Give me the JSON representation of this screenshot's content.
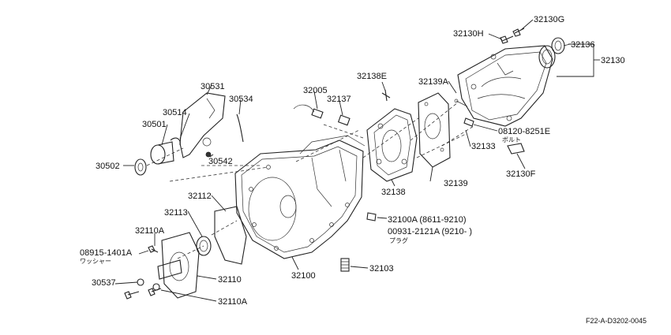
{
  "labels": {
    "p32130G": "32130G",
    "p32130H": "32130H",
    "p32136": "32136",
    "p32130": "32130",
    "p32139A": "32139A",
    "p32138E": "32138E",
    "p32005": "32005",
    "p32137": "32137",
    "p30531": "30531",
    "p30534": "30534",
    "p30514": "30514",
    "p30501": "30501",
    "p30502": "30502",
    "p30542": "30542",
    "p08120": "08120-8251E",
    "p08120_sub": "ボルト",
    "p32133": "32133",
    "p32130F": "32130F",
    "p32138": "32138",
    "p32139": "32139",
    "p32112": "32112",
    "p32113": "32113",
    "p32100A": "32100A (8611-9210)",
    "p00931": "00931-2121A (9210-      )",
    "p00931_sub": "プラグ",
    "p32110A_top": "32110A",
    "p08915": "08915-1401A",
    "p08915_sub": "ワッシャー",
    "p32110": "32110",
    "p32100": "32100",
    "p32103": "32103",
    "p30537": "30537",
    "p32110A_bottom": "32110A",
    "figure_id": "F22-A-D3202-0045"
  }
}
